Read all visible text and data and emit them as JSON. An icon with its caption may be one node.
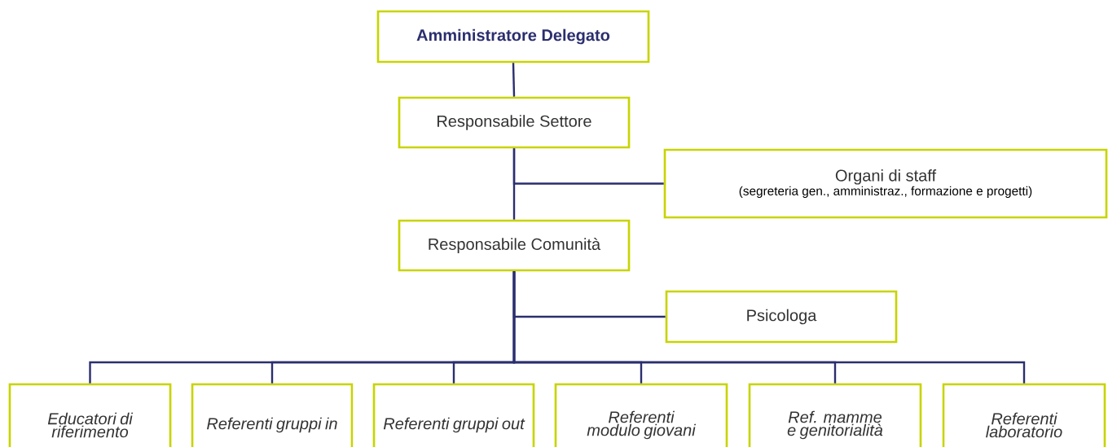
{
  "diagram": {
    "nodes": [
      {
        "text": [
          "Amministratore Delegato"
        ]
      },
      {
        "text": [
          "Responsabile Settore"
        ]
      },
      {
        "text": [
          "Organi di staff",
          "(segreteria gen., amministraz., formazione e progetti)"
        ]
      },
      {
        "text": [
          "Responsabile Comunità"
        ]
      },
      {
        "text": [
          "Psicologa"
        ]
      },
      {
        "text": [
          "Educatori di riferimento"
        ]
      },
      {
        "text": [
          "Referenti gruppi in"
        ]
      },
      {
        "text": [
          "Referenti gruppi out"
        ]
      },
      {
        "text": [
          "Referenti modulo giovani"
        ]
      },
      {
        "text": [
          "Ref. mamme e genitorialità"
        ]
      },
      {
        "text": [
          "Referenti laboratorio"
        ]
      }
    ],
    "edges": [
      {
        "from": 0,
        "to": 1,
        "arrow": "none"
      },
      {
        "from": 1,
        "to": 3,
        "arrow": "none"
      },
      {
        "from": 1,
        "to": 2,
        "arrow": "none"
      },
      {
        "from": 3,
        "to": 4,
        "arrow": "none"
      },
      {
        "from": 3,
        "to": 5,
        "arrow": "none"
      },
      {
        "from": 3,
        "to": 6,
        "arrow": "none"
      },
      {
        "from": 3,
        "to": 7,
        "arrow": "none"
      },
      {
        "from": 3,
        "to": 8,
        "arrow": "none"
      },
      {
        "from": 3,
        "to": 9,
        "arrow": "none"
      },
      {
        "from": 3,
        "to": 10,
        "arrow": "none"
      }
    ]
  }
}
